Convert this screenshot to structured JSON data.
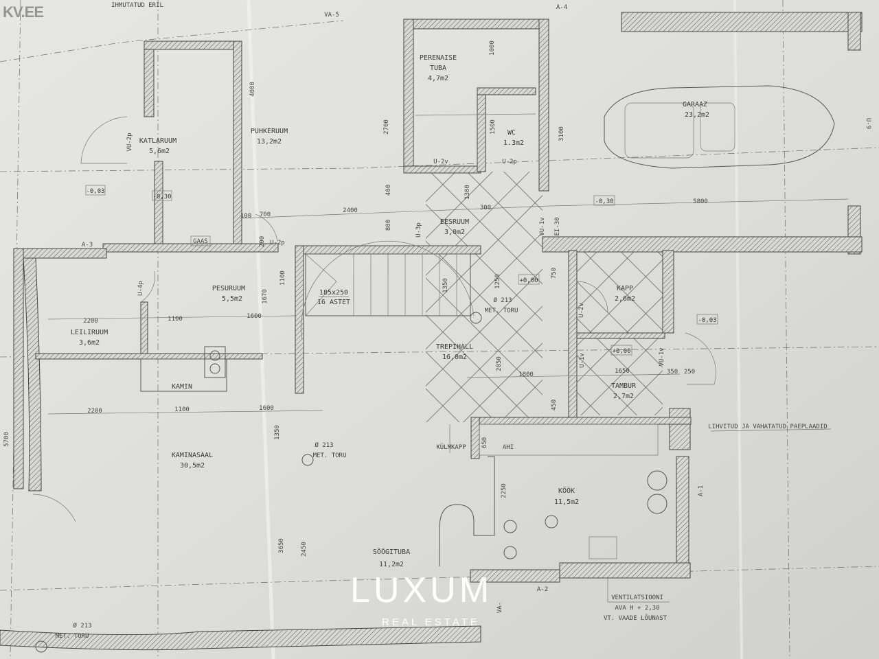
{
  "watermarks": {
    "kv": "KV.EE",
    "brand": "LUXUM",
    "brand_sub": "REAL ESTATE"
  },
  "rooms": {
    "katlaruum": {
      "name": "KATLARUUM",
      "area": "5,6m2"
    },
    "puhkeruum": {
      "name": "PUHKERUUM",
      "area": "13,2m2"
    },
    "perenaise_tuba": {
      "name1": "PERENAISE",
      "name2": "TUBA",
      "area": "4,7m2"
    },
    "wc": {
      "name": "WC",
      "area": "1.3m2"
    },
    "garaaz": {
      "name": "GARAAZ",
      "area": "23,2m2"
    },
    "eesruum": {
      "name": "EESRUUM",
      "area": "3,0m2"
    },
    "pesuruum": {
      "name": "PESURUUM",
      "area": "5,5m2"
    },
    "leiliruum": {
      "name": "LEILIRUUM",
      "area": "3,6m2"
    },
    "trepihall": {
      "name": "TREPIHALL",
      "area": "16,0m2"
    },
    "kapp": {
      "name": "KAPP",
      "area": "2,6m2"
    },
    "tambur": {
      "name": "TAMBUR",
      "area": "2,7m2"
    },
    "kaminasaal": {
      "name": "KAMINASAAL",
      "area": "30,5m2"
    },
    "soogituba": {
      "name": "SÖÖGITUBA",
      "area": "11,2m2"
    },
    "kook": {
      "name": "KÖÖK",
      "area": "11,5m2"
    }
  },
  "fixtures": {
    "stairs": {
      "size": "185x250",
      "steps": "16 ASTET"
    },
    "kamin": "KAMIN",
    "gaas": "GAAS",
    "kulmkapp": "KÜLMKAPP",
    "ahi": "AHI"
  },
  "levels": [
    "-0,03",
    "-0,30",
    "-0,30",
    "+0,00",
    "+0,00",
    "-0,03"
  ],
  "pipes": {
    "diameter": "Ø 213",
    "label": "MET. TORU"
  },
  "door_codes": [
    "VU-2p",
    "U-2p",
    "U-3p",
    "U-2v",
    "U-2p",
    "U-4p",
    "VU-1v",
    "EI-30",
    "U-2v",
    "U-1v",
    "VU-1v"
  ],
  "axis_marks": [
    "A-3",
    "VA-5",
    "A-4",
    "A-1",
    "A-2",
    "VA-",
    "U-9"
  ],
  "notes": {
    "floor": "LIHVITUD JA VAHATATUD PAEPLAADID",
    "vent1": "VENTILATSIOONI",
    "vent2": "AVA H + 2,30",
    "vent3": "VT. VAADE LÕUNAST",
    "top": "IHMUTATUD ERIL"
  },
  "dimensions": {
    "d4000": "4000",
    "d2700": "2700",
    "d1000a": "1000",
    "d3100": "3100",
    "d5800": "5800",
    "d2400": "2400",
    "d700a": "700",
    "d100a": "100",
    "d400a": "400",
    "d800a": "800",
    "d200a": "200",
    "d1670": "1670",
    "d1100a": "1100",
    "d1350a": "1350",
    "d1250": "1250",
    "d2050": "2050",
    "d1800": "1800",
    "d1650": "1650",
    "d350": "350",
    "d250": "250",
    "d2200a": "2200",
    "d1600a": "1600",
    "d2200b": "2200",
    "d1100b": "1100",
    "d1600b": "1600",
    "d5700": "5700",
    "d3650": "3650",
    "d2450": "2450",
    "d2250": "2250",
    "d650": "650",
    "d1500": "1500",
    "d1300": "1300",
    "d450": "450",
    "d750": "750",
    "d300": "300",
    "d1100c": "1100"
  }
}
